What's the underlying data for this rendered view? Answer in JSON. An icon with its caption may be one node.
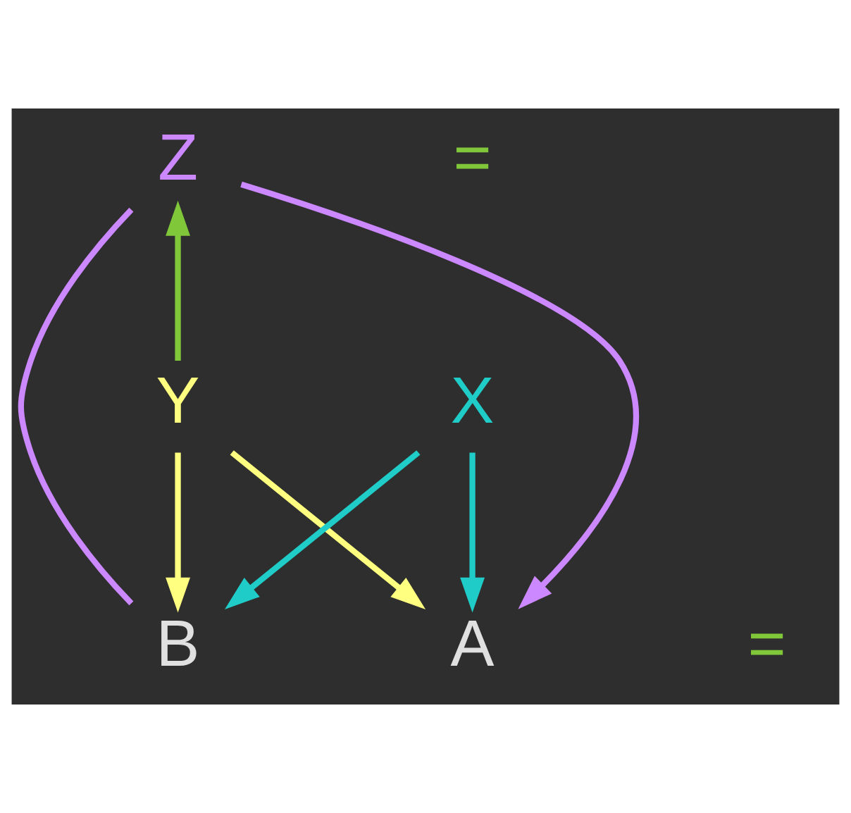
{
  "diagram": {
    "nodes": [
      {
        "text": [
          "Z"
        ]
      },
      {
        "text": [
          "Y"
        ]
      },
      {
        "text": [
          "X"
        ]
      },
      {
        "text": [
          "A"
        ]
      },
      {
        "text": [
          "B"
        ]
      }
    ],
    "edges": [
      {
        "from": 0,
        "to": 3,
        "arrow": "to",
        "color": "#cc88ff"
      },
      {
        "from": 1,
        "to": 0,
        "arrow": "to",
        "color": "#80c83a"
      },
      {
        "from": 1,
        "to": 3,
        "arrow": "to",
        "color": "#ffff80"
      },
      {
        "from": 1,
        "to": 4,
        "arrow": "to",
        "color": "#ffff80"
      },
      {
        "from": 2,
        "to": 3,
        "arrow": "to",
        "color": "#20ccc8"
      },
      {
        "from": 2,
        "to": 4,
        "arrow": "to",
        "color": "#20ccc8"
      },
      {
        "from": 0,
        "to": 4,
        "arrow": "none",
        "color": "#cc88ff"
      }
    ],
    "labels": [
      "=",
      "="
    ]
  }
}
